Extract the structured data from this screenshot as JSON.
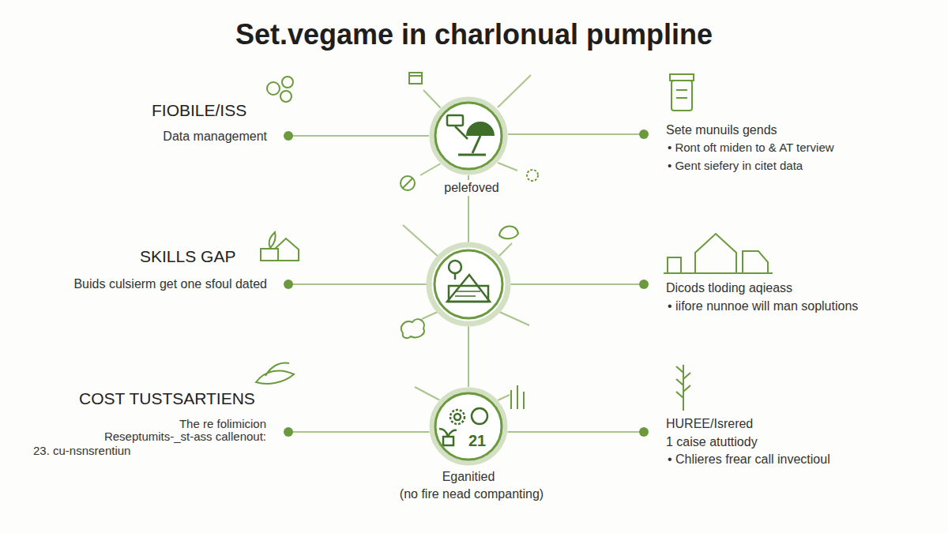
{
  "diagram": {
    "title": "Set.vegame in charlonual pumpline",
    "nodes": [
      {
        "text": [
          "pelefoved"
        ]
      },
      {
        "text": [
          "21",
          "Eganitied",
          "(no fire nead companting)"
        ]
      }
    ],
    "labels": [
      "FIOBILE/ISS",
      "Data management",
      "Sete munuils gends",
      "• Ront oft miden to & AT terview",
      "• Gent siefery in citet data",
      "SKILLS GAP",
      "Buids culsierm get one sfoul dated",
      "Dicods tloding aqieass",
      "• iifore nunnoe will man soplutions",
      "COST TUSTSARTIENS",
      "The re folimicion",
      "Reseptumits-_st-ass callenout:",
      "23. cu-nsnsrentiun",
      "HUREE/Isrered",
      "1 caise atuttiody",
      "• Chlieres frear call invectioul"
    ]
  }
}
